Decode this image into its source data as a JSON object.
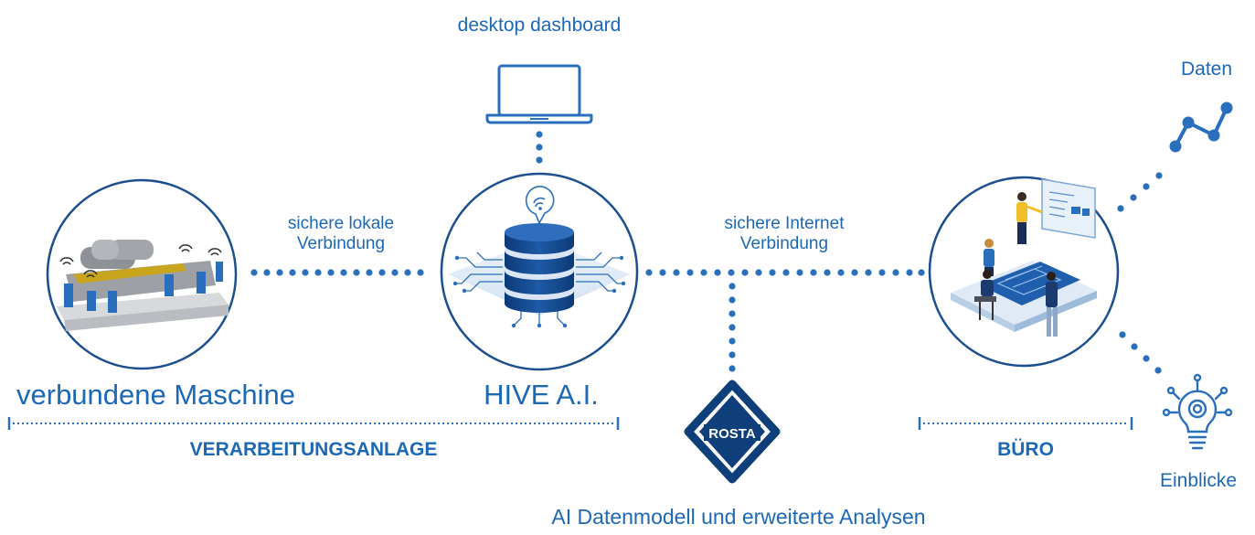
{
  "top_label": "desktop dashboard",
  "data_label": "Daten",
  "insights_label": "Einblicke",
  "local_connection": {
    "line1": "sichere lokale",
    "line2": "Verbindung"
  },
  "internet_connection": {
    "line1": "sichere Internet",
    "line2": "Verbindung"
  },
  "machine_label": "verbundene Maschine",
  "hive_label": "HIVE A.I.",
  "processing_section": "VERARBEITUNGSANLAGE",
  "office_section": "BÜRO",
  "logo_text": "ROSTA",
  "bottom_label": "AI Datenmodell und erweiterte Analysen",
  "colors": {
    "accent": "#1d68b5",
    "dark_navy": "#0e3f7a",
    "line": "#2a6fbd"
  },
  "icons": [
    "laptop-icon",
    "wifi-icon",
    "database-icon",
    "line-chart-icon",
    "lightbulb-icon",
    "conveyor-machine-icon",
    "office-team-icon",
    "rosta-logo"
  ]
}
